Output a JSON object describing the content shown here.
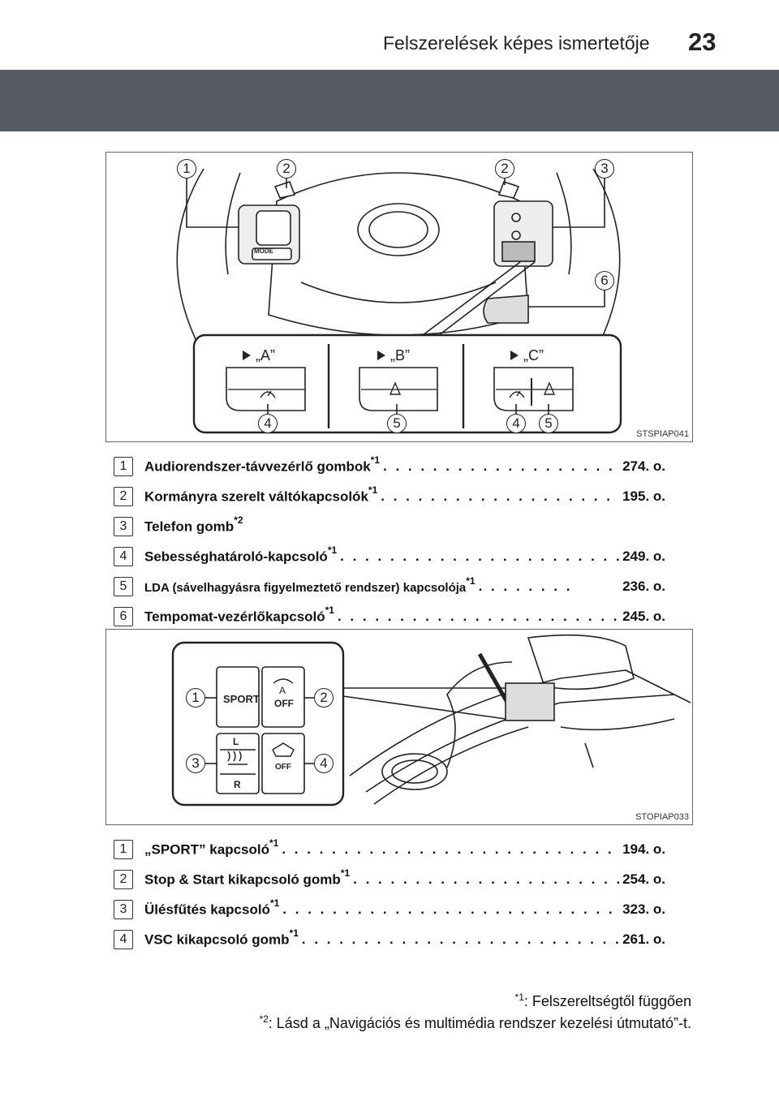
{
  "header": {
    "title": "Felszerelések képes ismertetője",
    "page_number": "23"
  },
  "figure1": {
    "code": "STSPIAP041",
    "callouts": [
      "1",
      "2",
      "2",
      "3",
      "6",
      "4",
      "5",
      "4",
      "5"
    ],
    "views": [
      "„A”",
      "„B”",
      "„C”"
    ],
    "mode_label": "MODE"
  },
  "list1": [
    {
      "num": "1",
      "text": "Audiorendszer-távvezérlő gombok",
      "sup": "*1",
      "page": "274. o."
    },
    {
      "num": "2",
      "text": "Kormányra szerelt váltókapcsolók",
      "sup": "*1",
      "page": "195. o."
    },
    {
      "num": "3",
      "text": "Telefon gomb",
      "sup": "*2",
      "page": ""
    },
    {
      "num": "4",
      "text": "Sebességhatároló-kapcsoló",
      "sup": "*1",
      "page": "249. o."
    },
    {
      "num": "5",
      "text": "LDA (sávelhagyásra figyelmeztető rendszer) kapcsolója",
      "sup": "*1",
      "page": "236. o."
    },
    {
      "num": "6",
      "text": "Tempomat-vezérlőkapcsoló",
      "sup": "*1",
      "page": "245. o."
    }
  ],
  "figure2": {
    "code": "STOPIAP033",
    "callouts": [
      "1",
      "2",
      "3",
      "4"
    ],
    "sport_label": "SPORT",
    "a_label": "A",
    "off_label": "OFF",
    "l_label": "L",
    "r_label": "R"
  },
  "list2": [
    {
      "num": "1",
      "text": "„SPORT” kapcsoló",
      "sup": "*1",
      "page": "194. o."
    },
    {
      "num": "2",
      "text": "Stop & Start kikapcsoló gomb",
      "sup": "*1",
      "page": "254. o."
    },
    {
      "num": "3",
      "text": "Ülésfűtés kapcsoló",
      "sup": "*1",
      "page": "323. o."
    },
    {
      "num": "4",
      "text": "VSC kikapcsoló gomb",
      "sup": "*1",
      "page": "261. o."
    }
  ],
  "footnotes": [
    {
      "mark": "*1",
      "text": ": Felszereltségtől függően"
    },
    {
      "mark": "*2",
      "text": ": Lásd a „Navigációs és multimédia rendszer kezelési útmutató”-t."
    }
  ]
}
